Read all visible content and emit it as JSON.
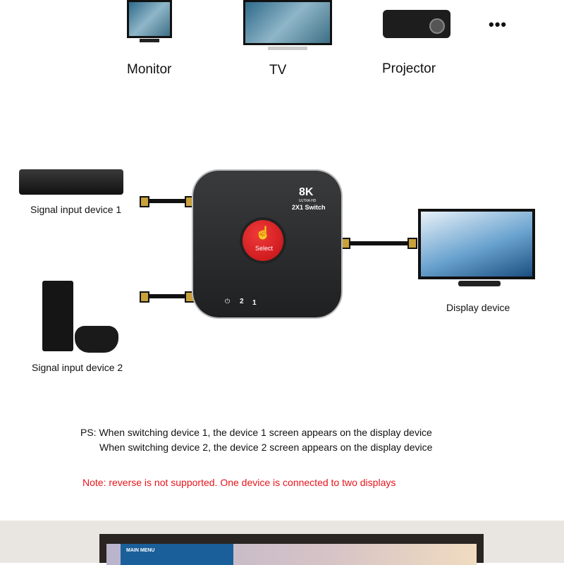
{
  "top_devices": [
    {
      "label": "Monitor",
      "icon": "monitor-icon"
    },
    {
      "label": "TV",
      "icon": "tv-icon"
    },
    {
      "label": "Projector",
      "icon": "projector-icon"
    },
    {
      "label": "",
      "icon": "more-dots-icon"
    }
  ],
  "inputs": {
    "device1": "Signal input device 1",
    "device2": "Signal input device 2"
  },
  "switch": {
    "brand": "8K",
    "brand_sub": "ULTRA HD",
    "model": "2X1 Switch",
    "button": "Select",
    "ports": [
      "2",
      "1"
    ]
  },
  "output": {
    "label": "Display device"
  },
  "notes": {
    "ps_line1": "PS: When switching device 1, the device 1 screen appears on the display device",
    "ps_line2": "When switching device 2, the device 2 screen appears on the display device",
    "warning": "Note: reverse is not supported. One device is connected to two displays"
  },
  "bottom": {
    "menu_title": "MAIN MENU"
  },
  "colors": {
    "warning": "#e8141a",
    "button": "#d8161b",
    "menu": "#1a5f9a"
  }
}
